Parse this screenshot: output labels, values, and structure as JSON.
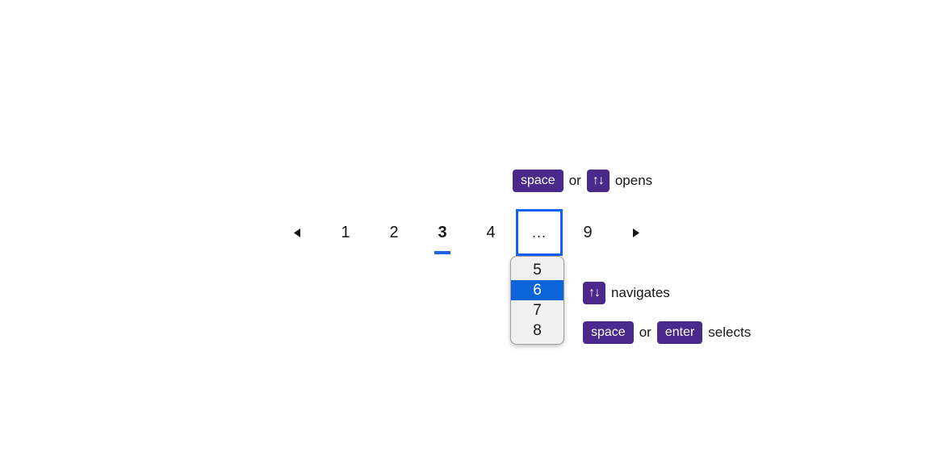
{
  "colors": {
    "background": "#ffffff",
    "text": "#161616",
    "key_badge_bg": "#4B288C",
    "key_badge_text": "#ffffff",
    "focus_blue": "#0F62FE",
    "current_page_underline": "#1F62E5",
    "selection_blue": "#0D64D8",
    "dropdown_bg": "#F1F1F1",
    "dropdown_border": "#9E9E9E"
  },
  "icons": {
    "prev": "caret-left",
    "next": "caret-right",
    "up_down_glyph": "↑↓"
  },
  "pagination": {
    "pages": [
      {
        "label": "1"
      },
      {
        "label": "2"
      },
      {
        "label": "3"
      },
      {
        "label": "4"
      },
      {
        "label": "..."
      },
      {
        "label": "9"
      }
    ],
    "current_page": "3",
    "overflow_label": "..."
  },
  "dropdown": {
    "options": [
      "5",
      "6",
      "7",
      "8"
    ],
    "selected": "6"
  },
  "hints": {
    "opens": {
      "key1": "space",
      "conjunction": "or",
      "action": "opens"
    },
    "navigates": {
      "action": "navigates"
    },
    "selects": {
      "key1": "space",
      "conjunction": "or",
      "key2": "enter",
      "action": "selects"
    }
  }
}
